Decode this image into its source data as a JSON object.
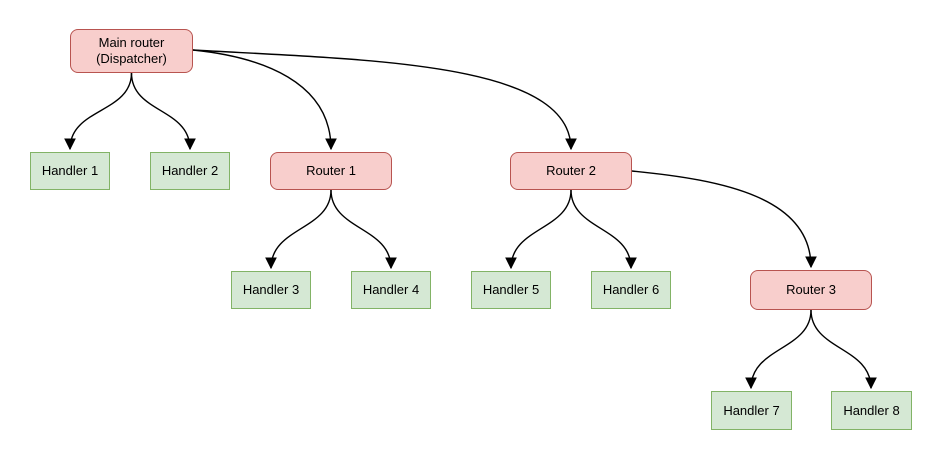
{
  "diagram": {
    "type": "tree",
    "colors": {
      "router_fill": "#f8cecc",
      "router_border": "#b85450",
      "handler_fill": "#d5e8d4",
      "handler_border": "#82b366",
      "edge": "#000000",
      "background": "#ffffff",
      "text": "#000000"
    },
    "nodes": [
      {
        "id": "main",
        "type": "router",
        "label": "Main router",
        "label_line2": "(Dispatcher)"
      },
      {
        "id": "handler1",
        "type": "handler",
        "label": "Handler 1"
      },
      {
        "id": "handler2",
        "type": "handler",
        "label": "Handler 2"
      },
      {
        "id": "router1",
        "type": "router",
        "label": "Router 1"
      },
      {
        "id": "router2",
        "type": "router",
        "label": "Router 2"
      },
      {
        "id": "handler3",
        "type": "handler",
        "label": "Handler 3"
      },
      {
        "id": "handler4",
        "type": "handler",
        "label": "Handler 4"
      },
      {
        "id": "handler5",
        "type": "handler",
        "label": "Handler 5"
      },
      {
        "id": "handler6",
        "type": "handler",
        "label": "Handler 6"
      },
      {
        "id": "router3",
        "type": "router",
        "label": "Router 3"
      },
      {
        "id": "handler7",
        "type": "handler",
        "label": "Handler 7"
      },
      {
        "id": "handler8",
        "type": "handler",
        "label": "Handler 8"
      }
    ],
    "edges": [
      {
        "from": "main",
        "to": "handler1"
      },
      {
        "from": "main",
        "to": "handler2"
      },
      {
        "from": "main",
        "to": "router1"
      },
      {
        "from": "main",
        "to": "router2"
      },
      {
        "from": "router1",
        "to": "handler3"
      },
      {
        "from": "router1",
        "to": "handler4"
      },
      {
        "from": "router2",
        "to": "handler5"
      },
      {
        "from": "router2",
        "to": "handler6"
      },
      {
        "from": "router2",
        "to": "router3"
      },
      {
        "from": "router3",
        "to": "handler7"
      },
      {
        "from": "router3",
        "to": "handler8"
      }
    ]
  }
}
